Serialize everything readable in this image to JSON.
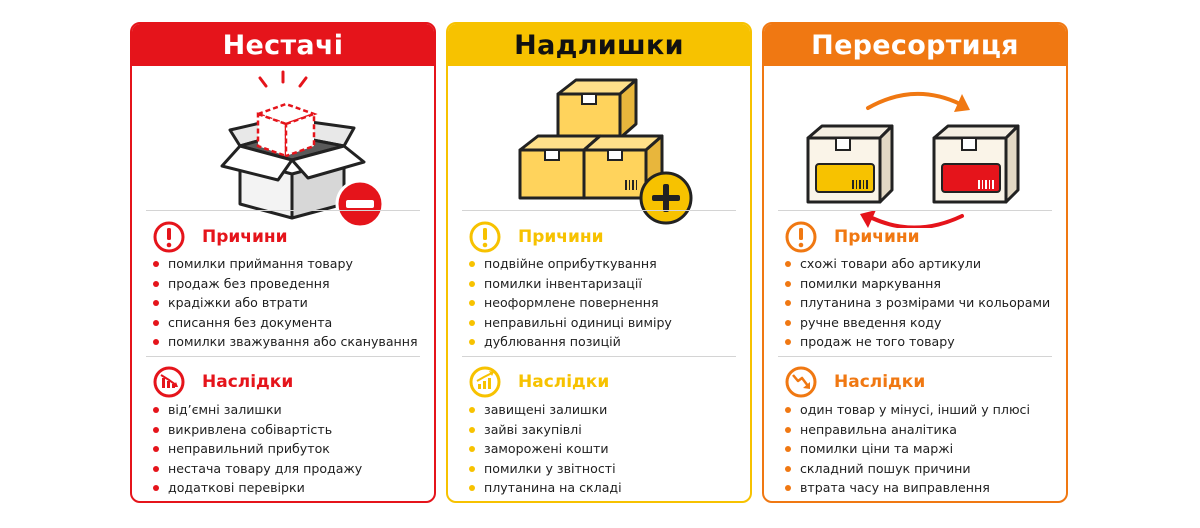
{
  "cards": [
    {
      "title": "Нестачі",
      "color": "#e5141b",
      "header_text_color": "#ffffff",
      "illustration": "open-box-missing-item-minus-icon",
      "causes": {
        "title": "Причини",
        "icon": "exclamation-circle-icon",
        "items": [
          "помилки приймання товару",
          "продаж без проведення",
          "крадіжки або втрати",
          "списання без документа",
          "помилки зважування або сканування"
        ]
      },
      "effects": {
        "title": "Наслідки",
        "icon": "chart-down-icon",
        "items": [
          "від’ємні залишки",
          "викривлена собівартість",
          "неправильний прибуток",
          "нестача товару для продажу",
          "додаткові перевірки"
        ]
      }
    },
    {
      "title": "Надлишки",
      "color": "#f7c200",
      "header_text_color": "#111111",
      "illustration": "stacked-boxes-plus-icon",
      "causes": {
        "title": "Причини",
        "icon": "exclamation-circle-icon",
        "items": [
          "подвійне оприбуткування",
          "помилки інвентаризації",
          "неоформлене повернення",
          "неправильні одиниці виміру",
          "дублювання позицій"
        ]
      },
      "effects": {
        "title": "Наслідки",
        "icon": "chart-up-icon",
        "items": [
          "завищені залишки",
          "зайві закупівлі",
          "заморожені кошти",
          "помилки у звітності",
          "плутанина на складі"
        ]
      }
    },
    {
      "title": "Пересортиця",
      "color": "#f07812",
      "header_text_color": "#ffffff",
      "illustration": "two-boxes-swap-arrows-icon",
      "causes": {
        "title": "Причини",
        "icon": "exclamation-circle-icon",
        "items": [
          "схожі товари або артикули",
          "помилки маркування",
          "плутанина з розмірами чи кольорами",
          "ручне введення коду",
          "продаж не того товару"
        ]
      },
      "effects": {
        "title": "Наслідки",
        "icon": "trend-down-circle-icon",
        "items": [
          "один товар у мінусі, інший у плюсі",
          "неправильна аналітика",
          "помилки ціни та маржі",
          "складний пошук причини",
          "втрата часу на виправлення"
        ]
      }
    }
  ]
}
